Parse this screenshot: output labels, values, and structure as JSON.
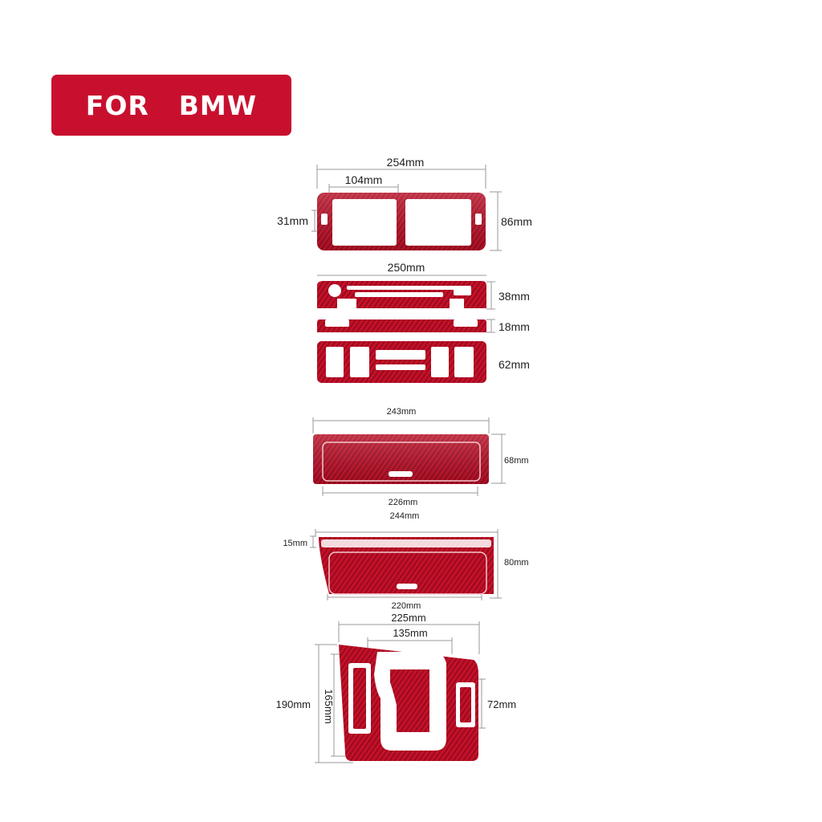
{
  "badge": {
    "label": "FOR  BMW"
  },
  "colors": {
    "brand_red": "#c8102e",
    "carbon_dark": "#8e0a16",
    "carbon_light": "#e0182a"
  },
  "parts": {
    "vent_panel": {
      "width": "254mm",
      "inner_width": "104mm",
      "side_height": "31mm",
      "height": "86mm"
    },
    "radio_panel": {
      "width": "250mm",
      "top_height": "38mm",
      "strip_height": "18mm",
      "bottom_height": "62mm"
    },
    "tray_lid": {
      "width": "243mm",
      "bottom_width": "226mm",
      "height": "68mm"
    },
    "tray_cover": {
      "width": "244mm",
      "strip_height": "15mm",
      "height": "80mm",
      "bottom_width": "220mm"
    },
    "gear_surround": {
      "width": "225mm",
      "inner_width": "135mm",
      "height": "190mm",
      "inner_height": "165mm",
      "side_height": "72mm"
    }
  }
}
